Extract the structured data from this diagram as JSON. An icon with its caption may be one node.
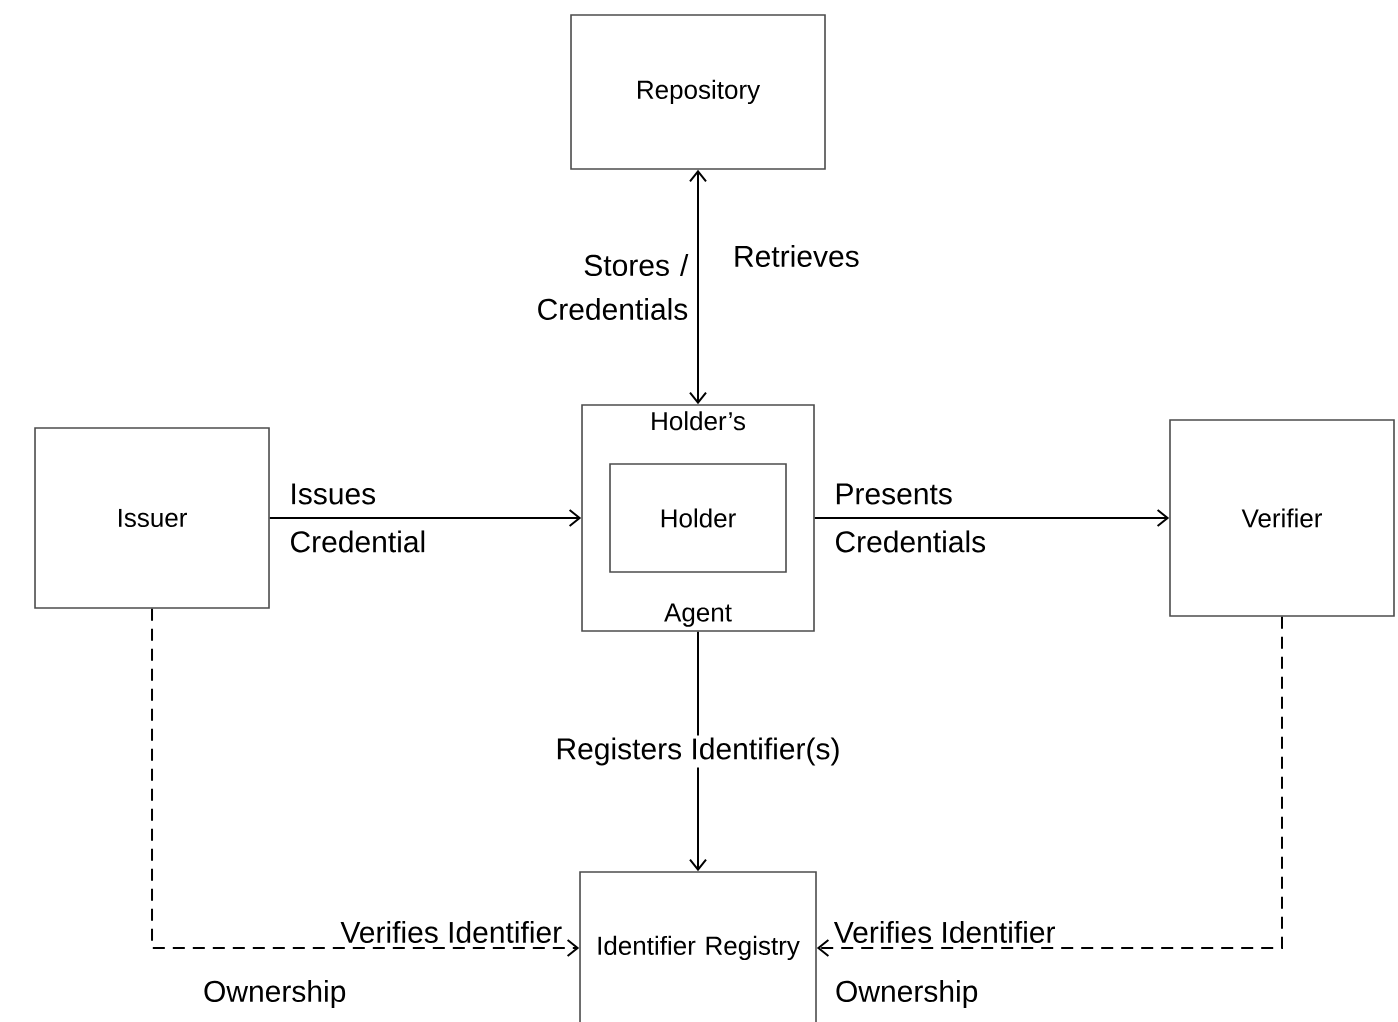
{
  "diagram": {
    "nodes": [
      {
        "text": [
          "Repository"
        ]
      },
      {
        "text": [
          "Issuer"
        ]
      },
      {
        "text": [
          "Holder’s",
          "Agent"
        ]
      },
      {
        "text": [
          "Holder"
        ],
        "in": 2
      },
      {
        "text": [
          "Verifier"
        ]
      },
      {
        "text": [
          "Identifier Registry"
        ]
      }
    ],
    "edges": [
      {
        "from": 2,
        "to": 0,
        "arrow": "both",
        "label": "Stores / Credentials"
      },
      {
        "from": 1,
        "to": 2,
        "arrow": "to",
        "label": "Issues Credential"
      },
      {
        "from": 2,
        "to": 4,
        "arrow": "to",
        "label": "Presents Credentials"
      },
      {
        "from": 2,
        "to": 5,
        "arrow": "to",
        "label": "Registers Identifier(s)"
      },
      {
        "from": 1,
        "to": 5,
        "arrow": "to",
        "style": "dashed",
        "label": "Verifies Identifier"
      },
      {
        "from": 4,
        "to": 5,
        "arrow": "to",
        "style": "dashed",
        "label": "Verifies Identifier"
      }
    ],
    "labels": [
      "Retrieves",
      "Ownership",
      "Ownership"
    ]
  }
}
